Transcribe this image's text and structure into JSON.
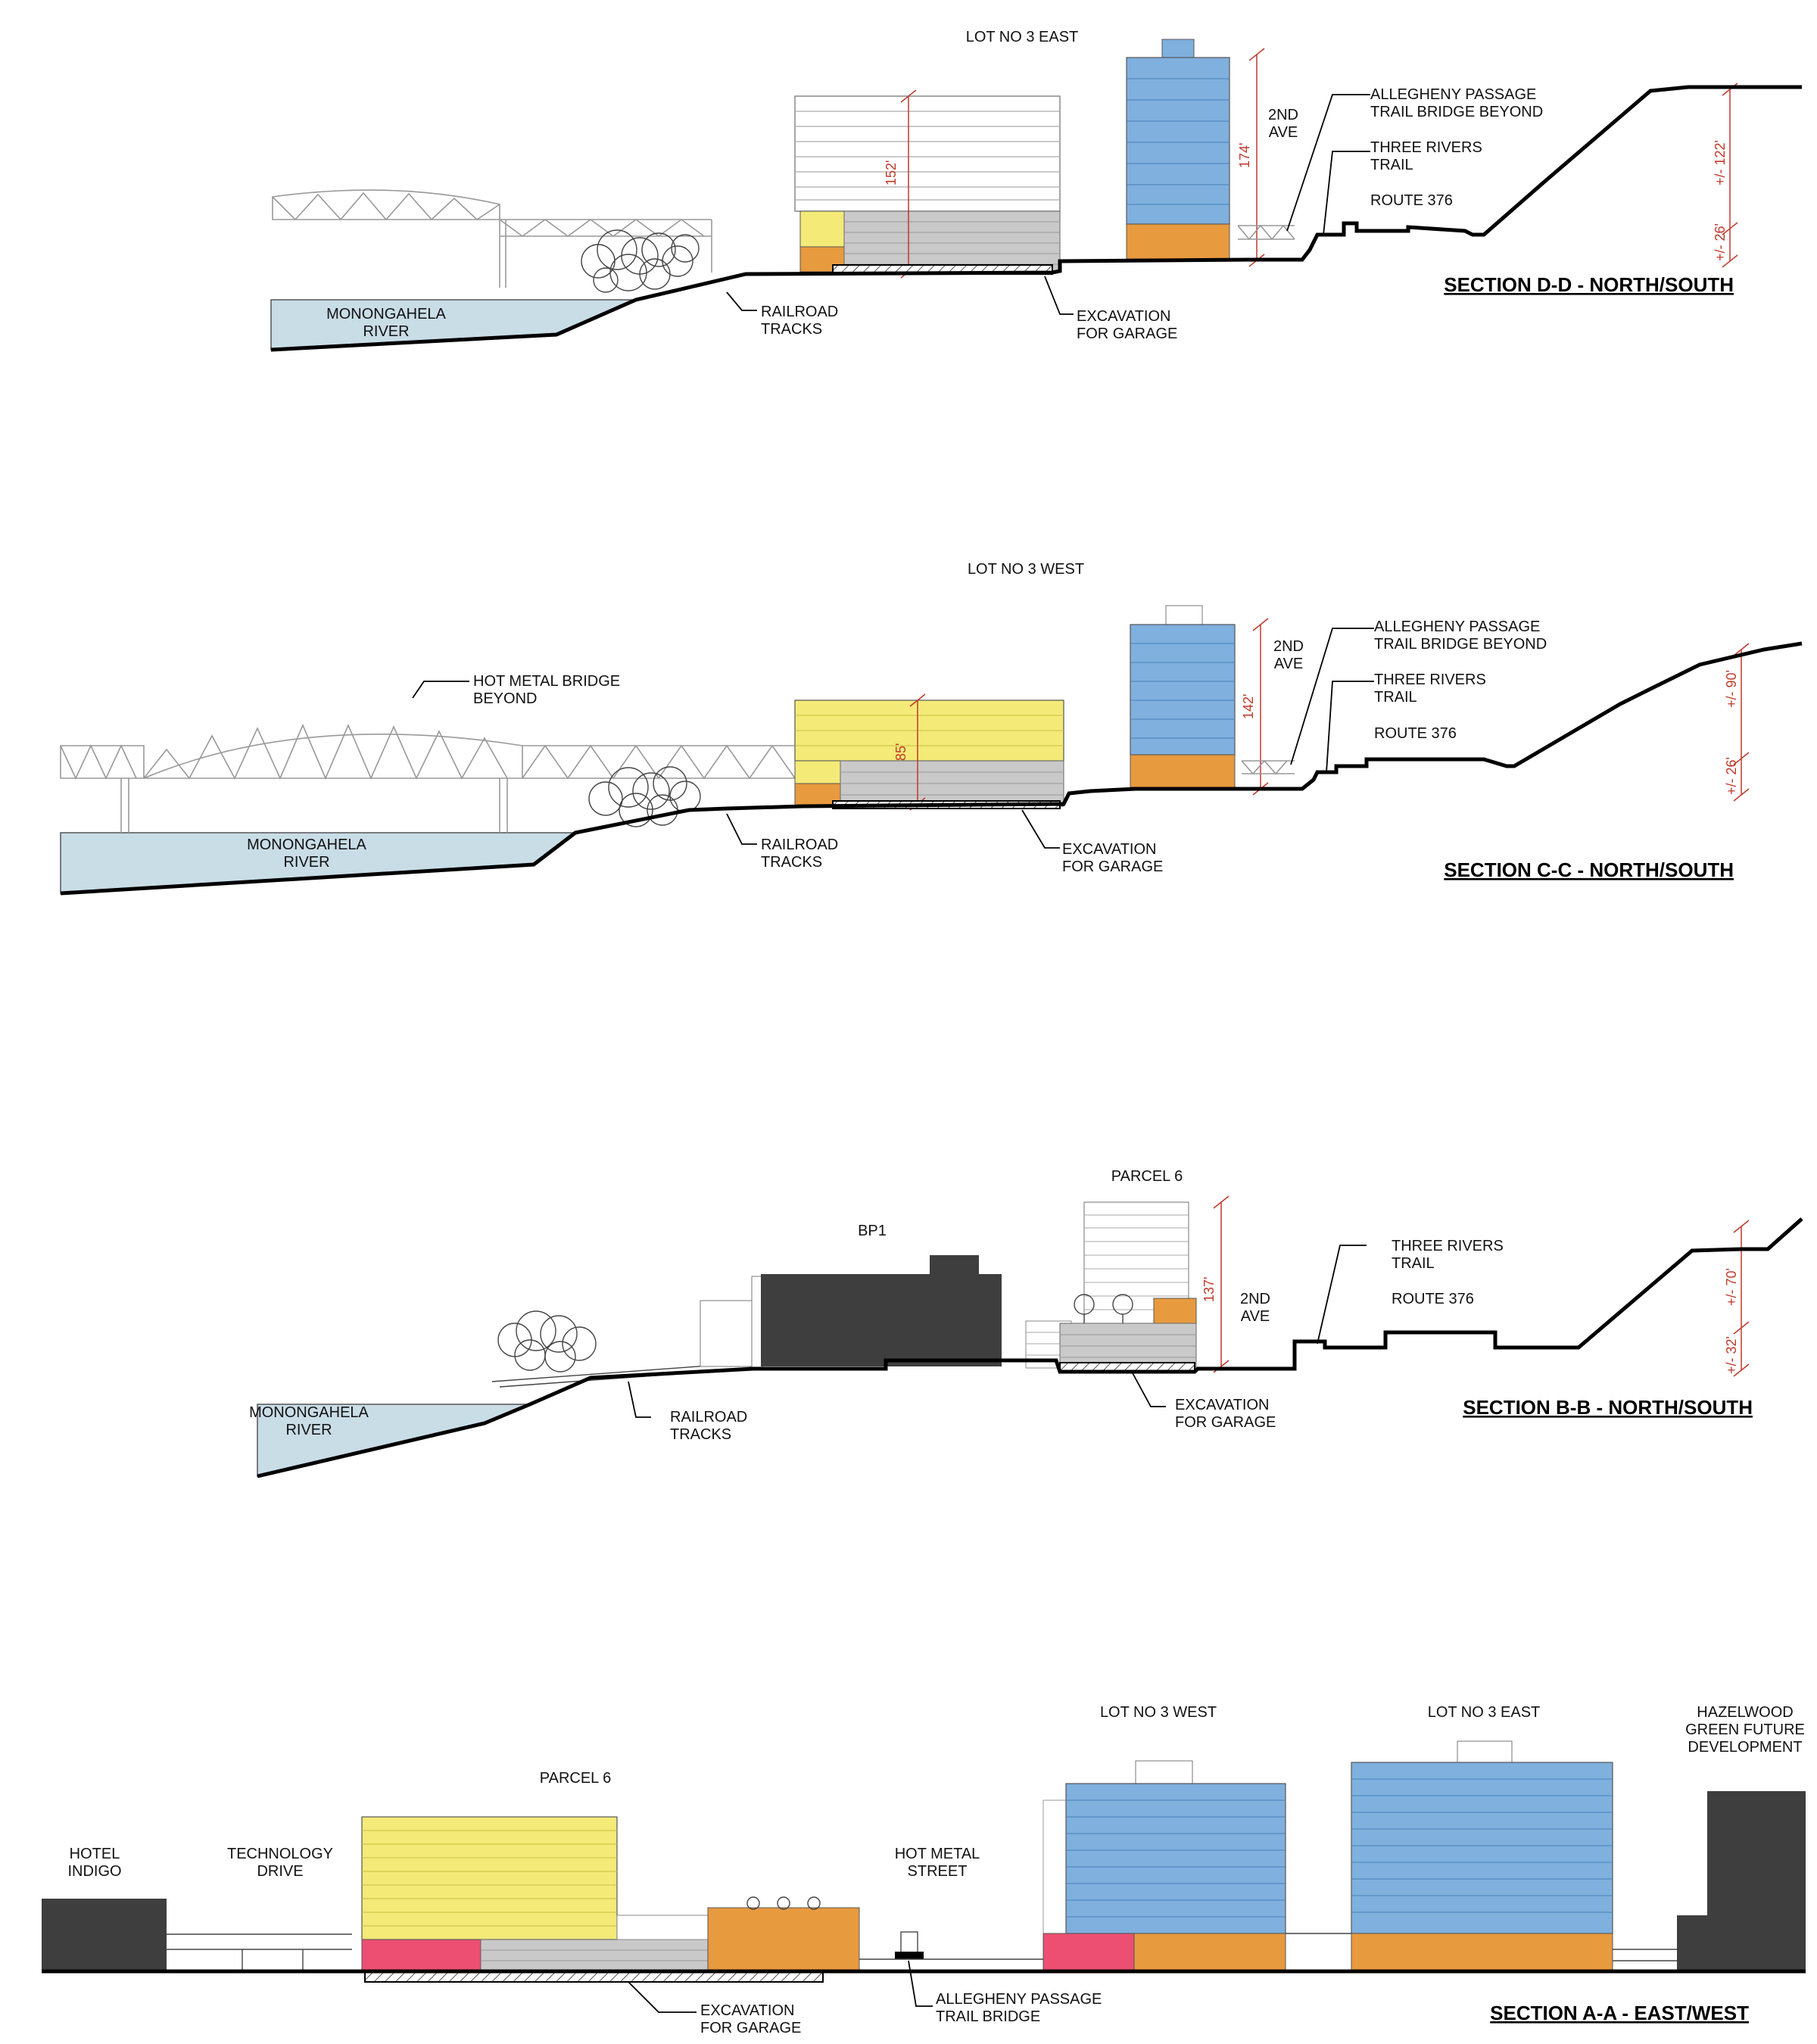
{
  "colors": {
    "blue": "#7fb0de",
    "yellow": "#f3ea78",
    "orange": "#e89a3f",
    "gray": "#c9c9c9",
    "pink": "#ec4f72",
    "dark": "#3e3e3e",
    "river": "#c9dde7",
    "dimension": "#c0392b"
  },
  "section_dd": {
    "title": "SECTION D-D - NORTH/SOUTH",
    "lot": "LOT NO 3 EAST",
    "river": [
      "MONONGAHELA",
      "RIVER"
    ],
    "railroad": [
      "RAILROAD",
      "TRACKS"
    ],
    "excavation": [
      "EXCAVATION",
      "FOR GARAGE"
    ],
    "ave": [
      "2ND",
      "AVE"
    ],
    "allegheny": [
      "ALLEGHENY PASSAGE",
      "TRAIL BRIDGE BEYOND"
    ],
    "three_rivers": [
      "THREE RIVERS",
      "TRAIL"
    ],
    "route": "ROUTE 376",
    "dim_a": "152'",
    "dim_b": "174'",
    "dim_c": "+/- 122'",
    "dim_d": "+/- 26'"
  },
  "section_cc": {
    "title": "SECTION C-C - NORTH/SOUTH",
    "lot": "LOT NO 3 WEST",
    "hot_metal": [
      "HOT METAL BRIDGE",
      "BEYOND"
    ],
    "river": [
      "MONONGAHELA",
      "RIVER"
    ],
    "railroad": [
      "RAILROAD",
      "TRACKS"
    ],
    "excavation": [
      "EXCAVATION",
      "FOR GARAGE"
    ],
    "ave": [
      "2ND",
      "AVE"
    ],
    "allegheny": [
      "ALLEGHENY PASSAGE",
      "TRAIL BRIDGE BEYOND"
    ],
    "three_rivers": [
      "THREE RIVERS",
      "TRAIL"
    ],
    "route": "ROUTE 376",
    "dim_a": "85'",
    "dim_b": "142'",
    "dim_c": "+/- 90'",
    "dim_d": "+/- 26'"
  },
  "section_bb": {
    "title": "SECTION B-B - NORTH/SOUTH",
    "bp1": "BP1",
    "parcel": "PARCEL 6",
    "river": [
      "MONONGAHELA",
      "RIVER"
    ],
    "railroad": [
      "RAILROAD",
      "TRACKS"
    ],
    "excavation": [
      "EXCAVATION",
      "FOR GARAGE"
    ],
    "ave": [
      "2ND",
      "AVE"
    ],
    "three_rivers": [
      "THREE RIVERS",
      "TRAIL"
    ],
    "route": "ROUTE 376",
    "dim_b": "137'",
    "dim_c": "+/- 70'",
    "dim_d": "+/- 32'"
  },
  "section_aa": {
    "title": "SECTION A-A - EAST/WEST",
    "hotel": [
      "HOTEL",
      "INDIGO"
    ],
    "tech": [
      "TECHNOLOGY",
      "DRIVE"
    ],
    "parcel": "PARCEL 6",
    "hot_metal_street": [
      "HOT METAL",
      "STREET"
    ],
    "lot_west": "LOT NO 3 WEST",
    "lot_east": "LOT NO 3 EAST",
    "hazelwood": [
      "HAZELWOOD",
      "GREEN FUTURE",
      "DEVELOPMENT"
    ],
    "excavation": [
      "EXCAVATION",
      "FOR GARAGE"
    ],
    "allegheny": [
      "ALLEGHENY PASSAGE",
      "TRAIL BRIDGE"
    ]
  }
}
